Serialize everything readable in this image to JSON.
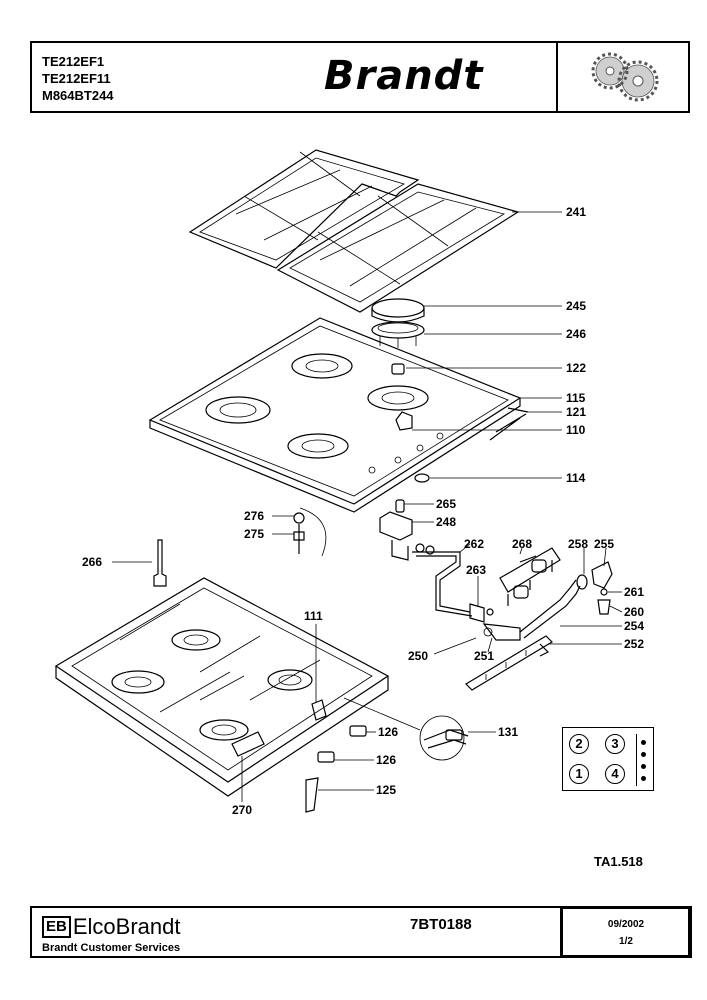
{
  "header": {
    "models": [
      "TE212EF1",
      "TE212EF11",
      "M864BT244"
    ],
    "brand": "Brandt",
    "logo_icon": "gears-icon"
  },
  "footer": {
    "company_mark": "EB",
    "company_name": "ElcoBrandt",
    "services": "Brandt Customer Services",
    "doc_number": "7BT0188",
    "date": "09/2002",
    "page": "1/2"
  },
  "ref_code": "TA1.518",
  "parts": {
    "p241": "241",
    "p245": "245",
    "p246": "246",
    "p122": "122",
    "p115": "115",
    "p121": "121",
    "p110": "110",
    "p114": "114",
    "p265": "265",
    "p248": "248",
    "p276": "276",
    "p275": "275",
    "p266": "266",
    "p262": "262",
    "p268": "268",
    "p258": "258",
    "p255": "255",
    "p263": "263",
    "p261": "261",
    "p260": "260",
    "p254": "254",
    "p252": "252",
    "p250": "250",
    "p251": "251",
    "p111": "111",
    "p131": "131",
    "p126a": "126",
    "p126b": "126",
    "p125": "125",
    "p270": "270"
  },
  "burner_layout": [
    "2",
    "3",
    "1",
    "4"
  ]
}
